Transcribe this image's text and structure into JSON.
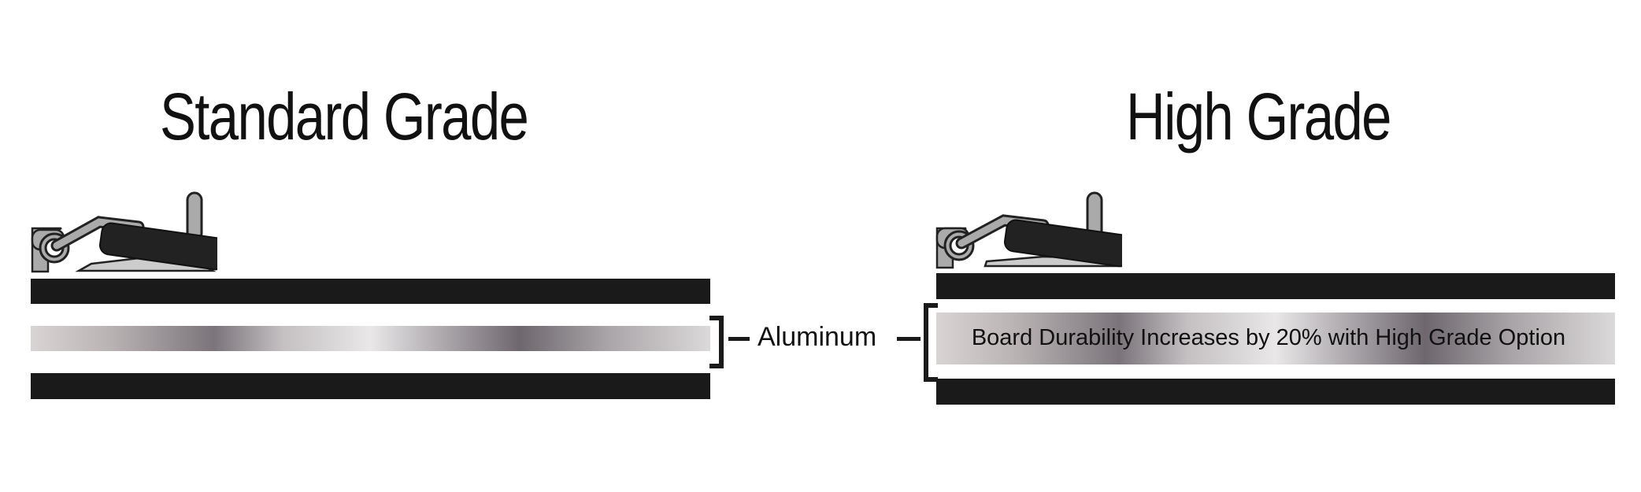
{
  "standard": {
    "title": "Standard Grade"
  },
  "high": {
    "title": "High Grade",
    "feature_text": "Board Durability Increases by 20% with High Grade Option"
  },
  "center_label": "Aluminum",
  "colors": {
    "bar": "#1a1a1a",
    "hook_dark": "#222222",
    "hook_light": "#aaaaaa",
    "base_plate": "#cccccc"
  }
}
